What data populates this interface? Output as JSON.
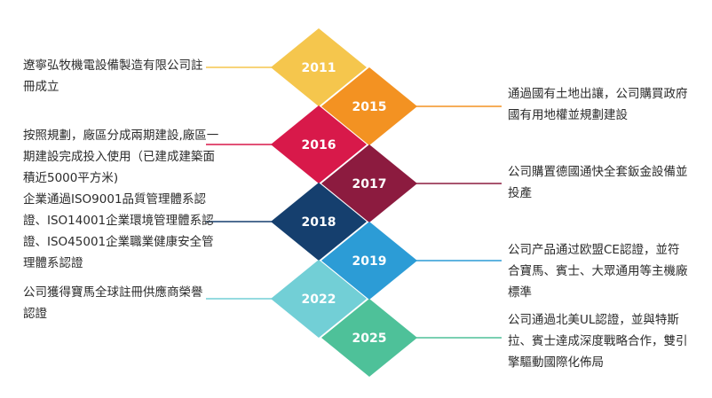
{
  "milestones": [
    {
      "year": "2011",
      "color": "#f5c64d",
      "side": "left",
      "text": "遼寧弘牧機電設備製造有限公司註冊成立"
    },
    {
      "year": "2015",
      "color": "#f39222",
      "side": "right",
      "text": "通過國有土地出讓，公司購買政府國有用地權並規劃建設"
    },
    {
      "year": "2016",
      "color": "#d8194a",
      "side": "left",
      "text": "按照規劃，廠區分成兩期建設,廠區一期建設完成投入使用（已建成建築面積近5000平方米)"
    },
    {
      "year": "2017",
      "color": "#8c1b3f",
      "side": "right",
      "text": "公司購置德國通快全套鈑金設備並投產"
    },
    {
      "year": "2018",
      "color": "#153f6e",
      "side": "left",
      "text": "企業通過ISO9001品質管理體系認證、ISO14001企業環境管理體系認證、ISO45001企業職業健康安全管理體系認證"
    },
    {
      "year": "2019",
      "color": "#2c9cd6",
      "side": "right",
      "text": "公司产品通过欧盟CE認證，並符合寶馬、賓士、大眾通用等主機廠標準"
    },
    {
      "year": "2022",
      "color": "#72cfd6",
      "side": "left",
      "text": "公司獲得寶馬全球註冊供應商榮譽認證"
    },
    {
      "year": "2025",
      "color": "#4ec199",
      "side": "right",
      "text": "公司通過北美UL認證，並與特斯拉、賓士達成深度戰略合作，雙引擎驅動國際化佈局"
    }
  ]
}
